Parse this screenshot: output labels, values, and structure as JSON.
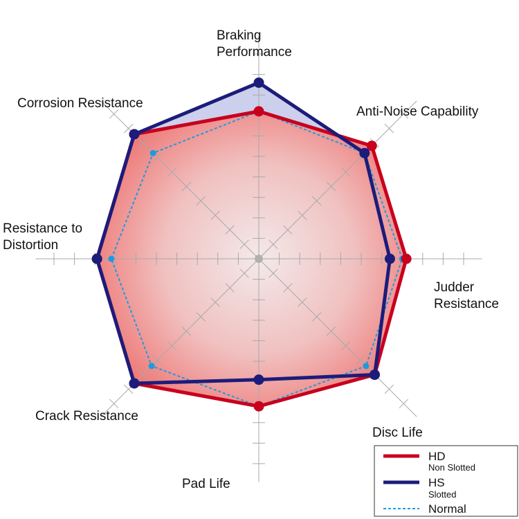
{
  "chart_data": {
    "type": "radar",
    "axes": [
      "Braking Performance",
      "Anti-Noise Capability",
      "Judder Resistance",
      "Disc Life",
      "Pad Life",
      "Crack Resistance",
      "Resistance to Distortion",
      "Corrosion Resistance"
    ],
    "axis_label_lines": [
      [
        "Braking",
        "Performance"
      ],
      [
        "Anti-Noise Capability"
      ],
      [
        "Judder",
        "Resistance"
      ],
      [
        "Disc Life"
      ],
      [
        "Pad Life"
      ],
      [
        "Crack Resistance"
      ],
      [
        "Resistance to",
        "Distortion"
      ],
      [
        "Corrosion Resistance"
      ]
    ],
    "scale": {
      "min": 0,
      "max": 10,
      "ticks": 10
    },
    "series": [
      {
        "key": "normal",
        "name": "Normal",
        "color": "#1a9be0",
        "style": "dotted",
        "values": [
          7.2,
          7.3,
          7.0,
          7.4,
          7.2,
          7.4,
          7.2,
          7.3
        ]
      },
      {
        "key": "hd",
        "name": "HD",
        "subtitle": "Non Slotted",
        "color": "#c8001e",
        "style": "solid",
        "values": [
          7.2,
          7.8,
          7.2,
          8.0,
          7.2,
          8.6,
          7.9,
          8.6
        ]
      },
      {
        "key": "hs",
        "name": "HS",
        "subtitle": "Slotted",
        "color": "#1c1c7a",
        "style": "solid",
        "values": [
          8.6,
          7.3,
          6.4,
          8.0,
          5.9,
          8.6,
          7.9,
          8.6
        ]
      }
    ],
    "legend_position": "bottom-right",
    "grid": true
  }
}
